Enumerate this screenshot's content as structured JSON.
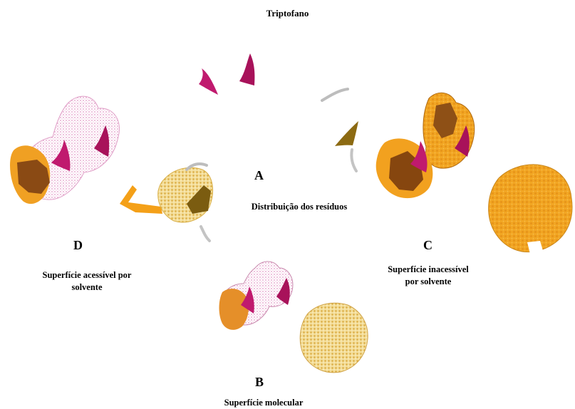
{
  "title": "Triptofano",
  "panels": {
    "a": {
      "letter": "A",
      "caption": "Distribuição dos resíduos"
    },
    "b": {
      "letter": "B",
      "caption": "Superfície molecular"
    },
    "c": {
      "letter": "C",
      "caption_line1": "Superfície inacessível",
      "caption_line2": "por  solvente"
    },
    "d": {
      "letter": "D",
      "caption_line1": "Superfície acessível por",
      "caption_line2": "solvente"
    }
  },
  "colors": {
    "magenta": "#c2186b",
    "dark_magenta": "#8e1049",
    "orange": "#f0a020",
    "brown": "#8b4a14",
    "pink_dots": "#e8a6cf",
    "olive": "#8c6a10",
    "gray": "#cfcfcf",
    "pale_gold": "#e6c873"
  }
}
